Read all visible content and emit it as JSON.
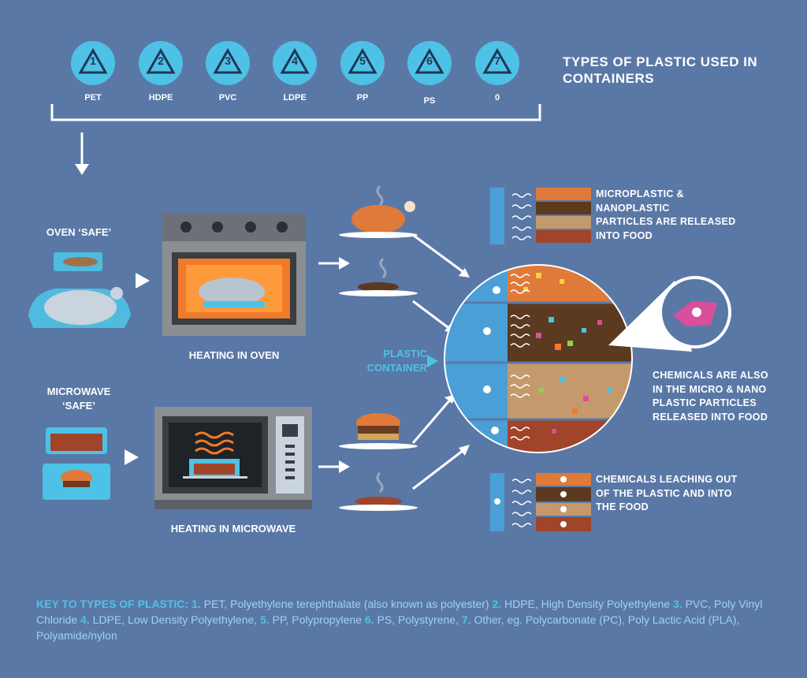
{
  "title": "TYPES OF PLASTIC USED IN CONTAINERS",
  "plastics": [
    {
      "num": "1",
      "code": "PET"
    },
    {
      "num": "2",
      "code": "HDPE"
    },
    {
      "num": "3",
      "code": "PVC"
    },
    {
      "num": "4",
      "code": "LDPE"
    },
    {
      "num": "5",
      "code": "PP"
    },
    {
      "num": "6",
      "code": "PS"
    },
    {
      "num": "7",
      "code": "0"
    }
  ],
  "oven": {
    "label": "OVEN ‘SAFE’",
    "caption": "HEATING IN OVEN"
  },
  "microwave": {
    "label_line1": "MICROWAVE",
    "label_line2": "‘SAFE’",
    "caption": "HEATING IN MICROWAVE"
  },
  "container": {
    "line1": "PLASTIC",
    "line2": "CONTAINER"
  },
  "notes": {
    "microplastic": [
      "MICROPLASTIC &",
      "NANOPLASTIC",
      "PARTICLES ARE RELEASED",
      "INTO FOOD"
    ],
    "chemicals_particles": [
      "CHEMICALS ARE ALSO",
      "IN THE MICRO & NANO",
      "PLASTIC PARTICLES",
      "RELEASED INTO FOOD"
    ],
    "leaching": [
      "CHEMICALS LEACHING OUT",
      "OF  THE PLASTIC AND INTO",
      "THE FOOD"
    ]
  },
  "key": {
    "heading": "KEY TO TYPES OF PLASTIC:",
    "items": [
      {
        "n": "1.",
        "t": "PET, Polyethylene terephthalate (also known as polyester)"
      },
      {
        "n": "2.",
        "t": "HDPE, High Density Polyethylene"
      },
      {
        "n": "3.",
        "t": "PVC, Poly Vinyl Chloride"
      },
      {
        "n": "4.",
        "t": "LDPE, Low Density Polyethylene,"
      },
      {
        "n": "5.",
        "t": "PP, Polypropylene"
      },
      {
        "n": "6.",
        "t": "PS, Polystyrene,"
      },
      {
        "n": "7.",
        "t": "Other, eg. Polycarbonate (PC), Poly Lactic Acid (PLA), Polyamide/nylon"
      }
    ]
  },
  "colors": {
    "background": "#5a78a6",
    "accent": "#4ec2e6",
    "orange": "#e07a3a",
    "brown": "#6b3c22",
    "tan": "#c49a6c",
    "rust": "#a0442a",
    "pink": "#d94f9c"
  },
  "icons": [
    "recycle-icon",
    "arrow-down-icon",
    "arrow-right-icon",
    "skull-icon",
    "steam-icon",
    "wave-icon"
  ]
}
